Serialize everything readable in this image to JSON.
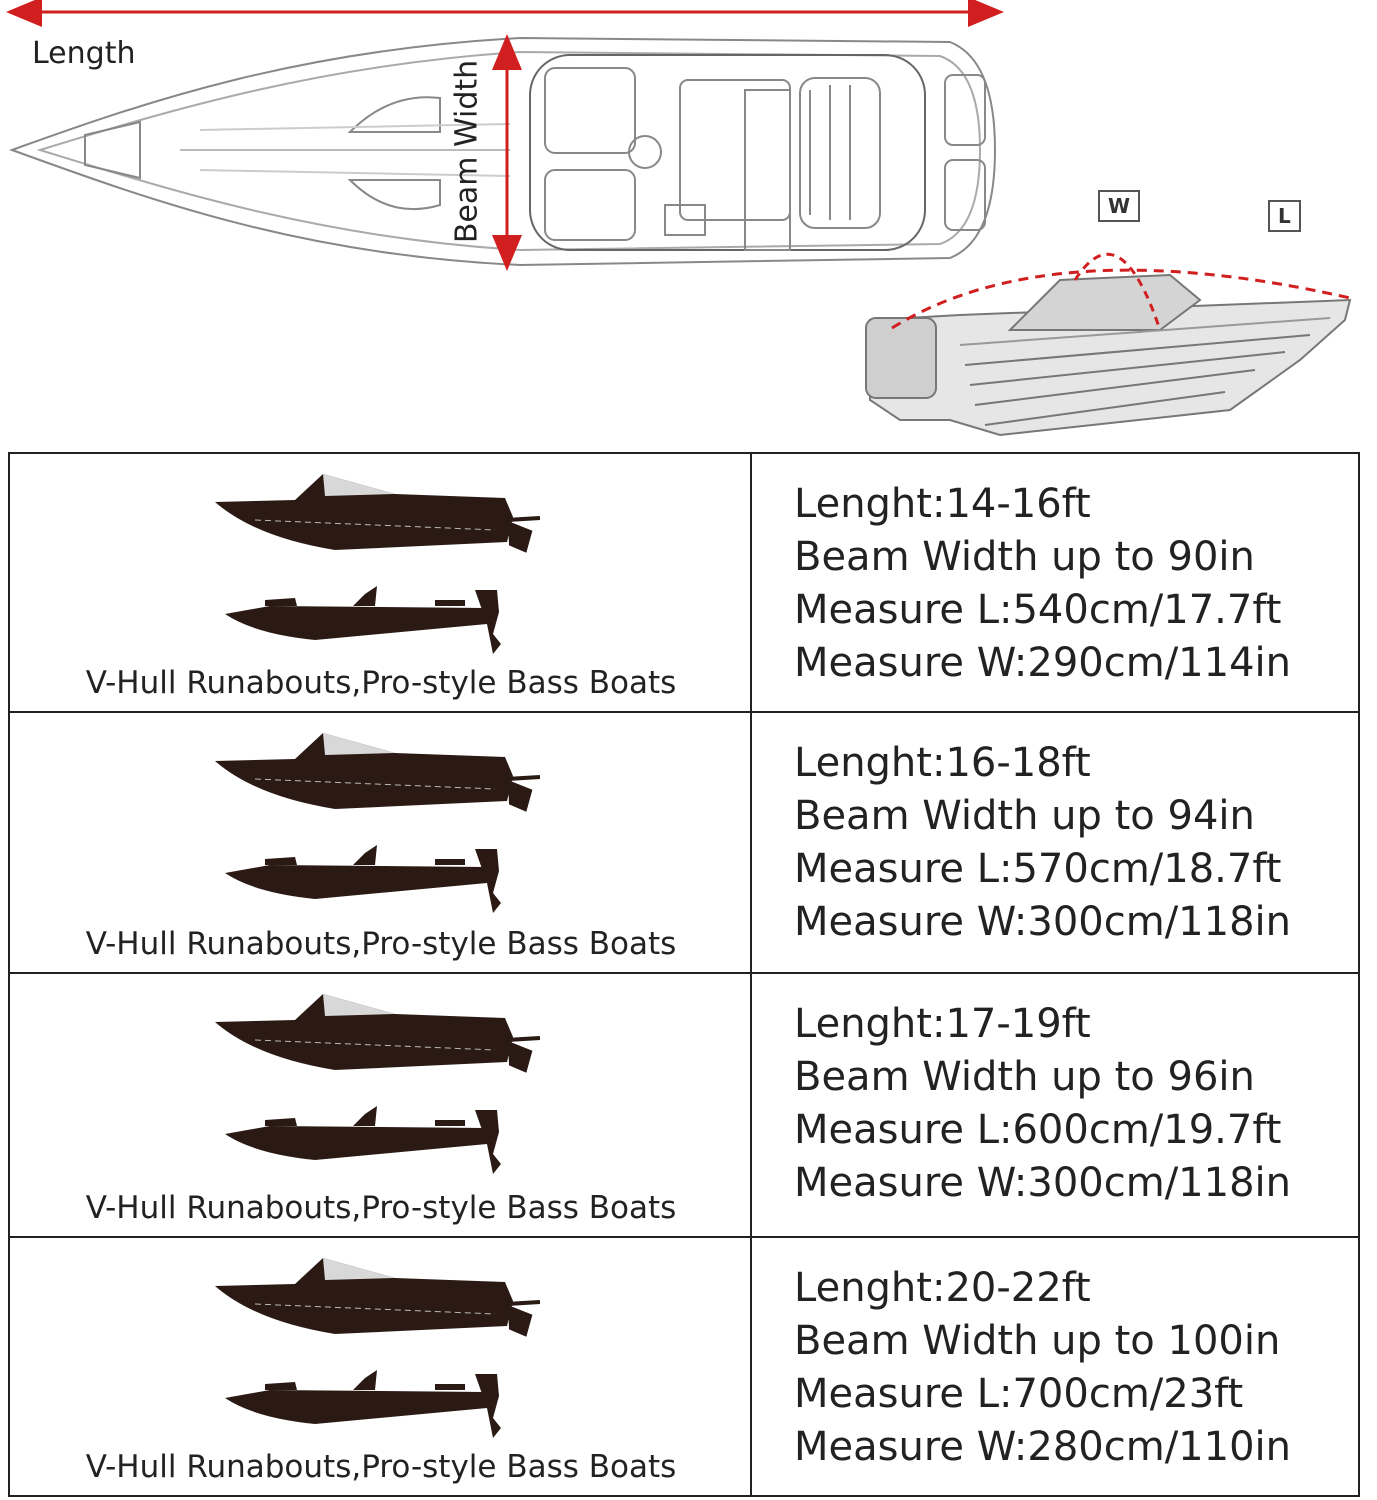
{
  "diagram": {
    "length_label": "Length",
    "beam_width_label": "Beam Width",
    "w_tag": "W",
    "l_tag": "L",
    "arrow_color": "#d11f1f"
  },
  "rows": [
    {
      "caption": "V-Hull Runabouts,Pro-style Bass Boats",
      "length": "Lenght:14-16ft",
      "beam": "Beam Width up to 90in",
      "measure_l": "Measure L:540cm/17.7ft",
      "measure_w": "Measure W:290cm/114in"
    },
    {
      "caption": "V-Hull Runabouts,Pro-style Bass Boats",
      "length": "Lenght:16-18ft",
      "beam": "Beam Width up to 94in",
      "measure_l": "Measure L:570cm/18.7ft",
      "measure_w": "Measure W:300cm/118in"
    },
    {
      "caption": "V-Hull Runabouts,Pro-style Bass Boats",
      "length": "Lenght:17-19ft",
      "beam": "Beam Width up to 96in",
      "measure_l": "Measure L:600cm/19.7ft",
      "measure_w": "Measure W:300cm/118in"
    },
    {
      "caption": "V-Hull Runabouts,Pro-style Bass Boats",
      "length": "Lenght:20-22ft",
      "beam": "Beam Width up to 100in",
      "measure_l": "Measure L:700cm/23ft",
      "measure_w": "Measure W:280cm/110in"
    }
  ]
}
